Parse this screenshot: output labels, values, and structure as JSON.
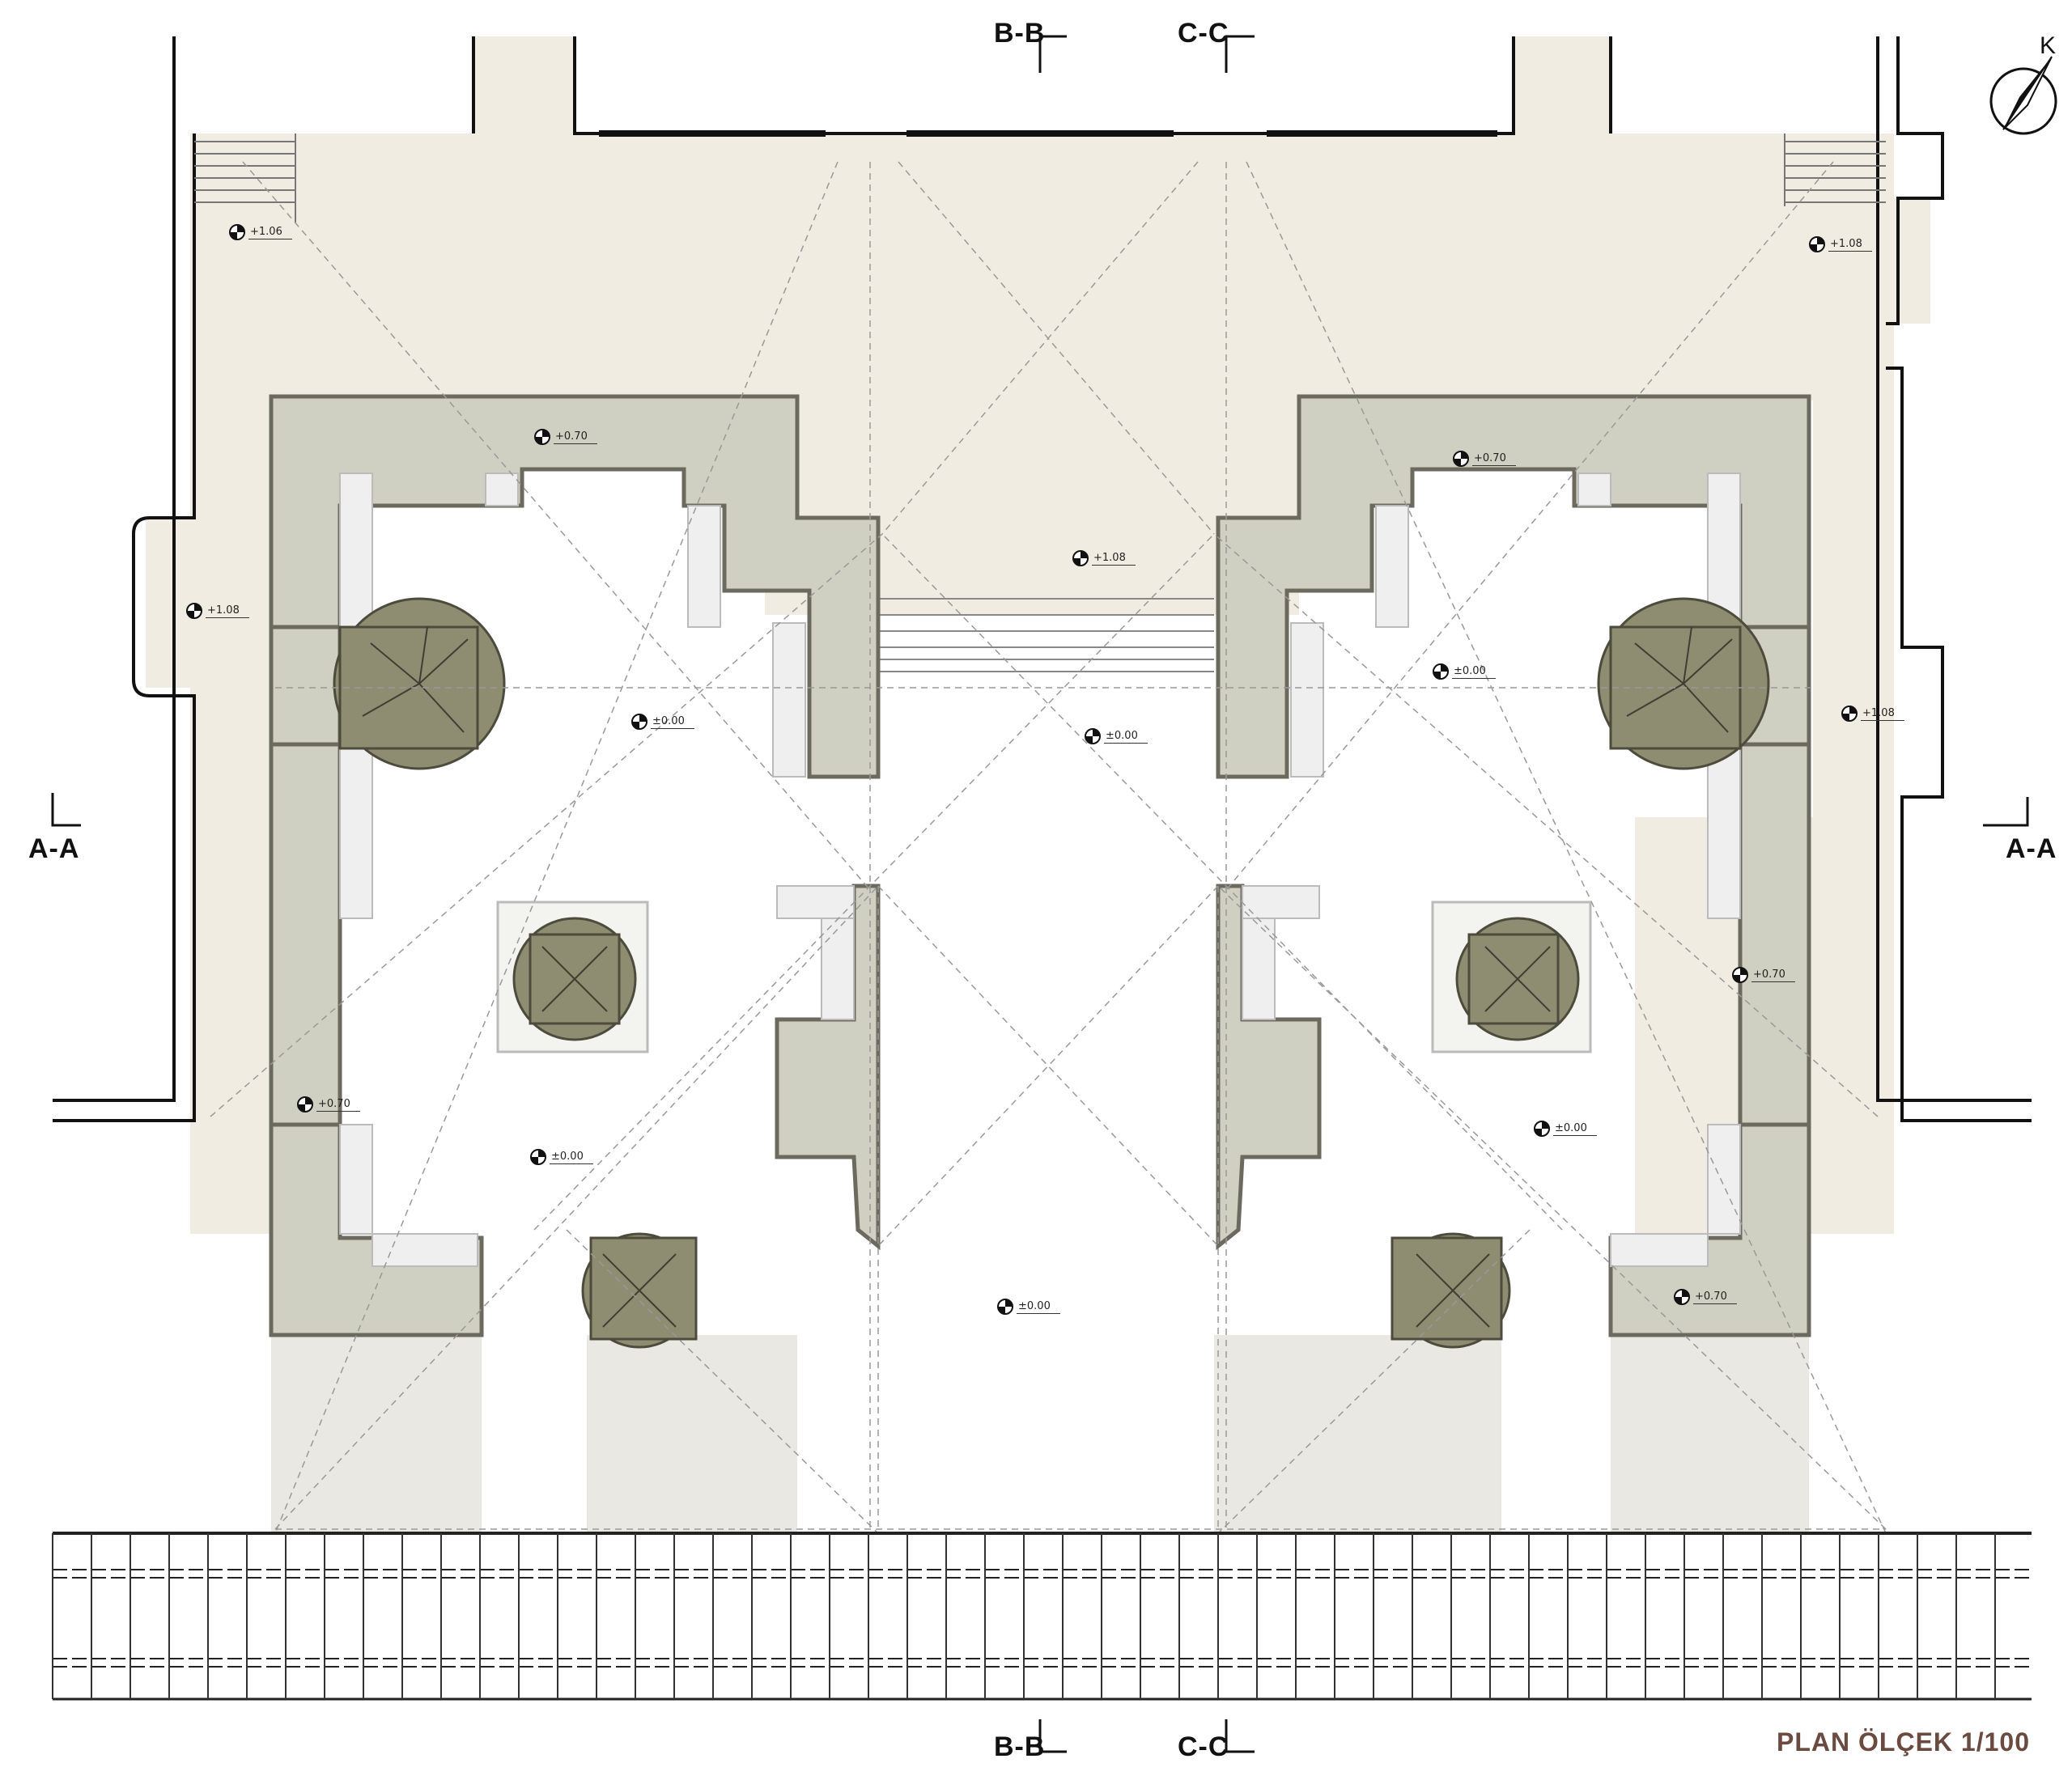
{
  "title": "PLAN ÖLÇEK 1/100",
  "north_label": "K",
  "section_labels": {
    "bb_top": "B-B",
    "cc_top": "C-C",
    "aa_left": "A-A",
    "aa_right": "A-A",
    "bb_bottom": "B-B",
    "cc_bottom": "C-C"
  },
  "elevations": [
    "+1.06",
    "+1.08",
    "+0.70",
    "+0.70",
    "+1.08",
    "+1.08",
    "+1.08",
    "±0.00",
    "±0.00",
    "±0.00",
    "+0.70",
    "+0.70",
    "±0.00",
    "±0.00",
    "±0.00",
    "+0.70"
  ],
  "colors": {
    "plaza": "#f1ece1",
    "planter": "#cfd0c1",
    "planter_edge": "#6c6a5e",
    "tree": "#8e8c71",
    "bench": "#ececec",
    "title": "#6b4a3f"
  }
}
